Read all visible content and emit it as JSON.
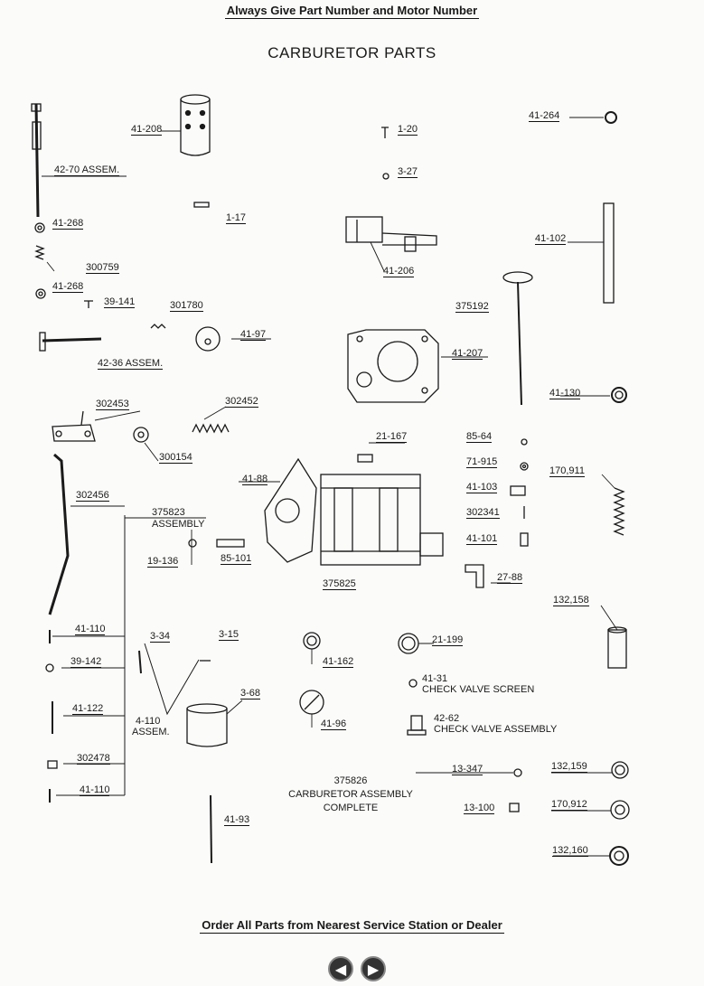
{
  "header": "Always Give Part Number and Motor Number",
  "title": "CARBURETOR PARTS",
  "footer": "Order All Parts from Nearest Service Station or Dealer",
  "parts": {
    "p41_208": "41-208",
    "p42_70": "42-70 ASSEM.",
    "p41_268a": "41-268",
    "p1_17": "1-17",
    "p300759": "300759",
    "p41_268b": "41-268",
    "p39_141": "39-141",
    "p301780": "301780",
    "p41_97": "41-97",
    "p42_36": "42-36 ASSEM.",
    "p1_20": "1-20",
    "p3_27": "3-27",
    "p41_206": "41-206",
    "p375192": "375192",
    "p41_207": "41-207",
    "p41_264": "41-264",
    "p41_102": "41-102",
    "p41_130": "41-130",
    "p302453": "302453",
    "p302452": "302452",
    "p300154": "300154",
    "p21_167": "21-167",
    "p85_64": "85-64",
    "p71_915": "71-915",
    "p41_103": "41-103",
    "p302341": "302341",
    "p41_101": "41-101",
    "p170_911": "170,911",
    "p302456": "302456",
    "p375823": "375823",
    "p375823b": "ASSEMBLY",
    "p41_88": "41-88",
    "p19_136": "19-136",
    "p85_101": "85-101",
    "p375825": "375825",
    "p27_88": "27-88",
    "p132_158": "132,158",
    "p41_110a": "41-110",
    "p3_34": "3-34",
    "p3_15": "3-15",
    "p41_162": "41-162",
    "p21_199": "21-199",
    "p39_142": "39-142",
    "p41_31": "41-31",
    "p41_31b": "CHECK VALVE SCREEN",
    "p41_122": "41-122",
    "p4_110": "4-110",
    "p4_110b": "ASSEM.",
    "p3_68": "3-68",
    "p41_96": "41-96",
    "p42_62": "42-62",
    "p42_62b": "CHECK VALVE ASSEMBLY",
    "p302478": "302478",
    "p13_347": "13-347",
    "p132_159": "132,159",
    "p41_110b": "41-110",
    "p375826a": "375826",
    "p375826b": "CARBURETOR ASSEMBLY",
    "p375826c": "COMPLETE",
    "p13_100": "13-100",
    "p170_912": "170,912",
    "p41_93": "41-93",
    "p132_160": "132,160"
  },
  "nav": {
    "prev_icon": "arrow-left-icon",
    "next_icon": "arrow-right-icon"
  }
}
